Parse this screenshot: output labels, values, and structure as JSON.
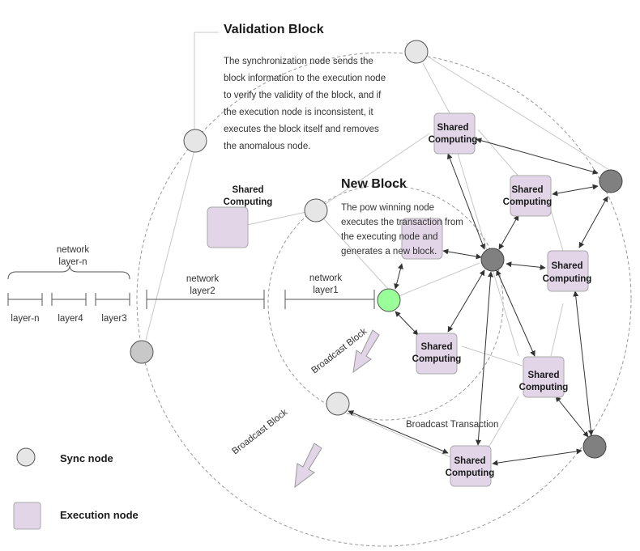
{
  "validation_block": {
    "title": "Validation Block",
    "lines": [
      "The synchronization node sends the",
      "block information to the execution node",
      "to verify the validity of the block, and if",
      "the execution node is inconsistent, it",
      "executes the block itself and removes",
      "the anomalous node."
    ]
  },
  "new_block": {
    "title": "New Block",
    "lines": [
      "The pow winning node",
      "executes the transaction from",
      "the executing node and",
      "generates a new block."
    ]
  },
  "shared_computing": {
    "line1": "Shared",
    "line2": "Computing"
  },
  "network_labels": {
    "layer_n": [
      "network",
      "layer-n"
    ],
    "layer2": [
      "network",
      "layer2"
    ],
    "layer1": [
      "network",
      "layer1"
    ],
    "ticks": [
      "layer-n",
      "layer4",
      "layer3"
    ]
  },
  "broadcast": {
    "inner": "Broadcast  Block",
    "outer": "Broadcast  Block",
    "transaction": "Broadcast Transaction"
  },
  "legend": {
    "sync": "Sync node",
    "execution": "Execution node"
  },
  "colors": {
    "sync_node": "#e6e6e6",
    "dark_node": "#808080",
    "winner_node": "#99ff99",
    "execution_node": "#e1d5e7",
    "arrow": "#e1d5e7"
  }
}
